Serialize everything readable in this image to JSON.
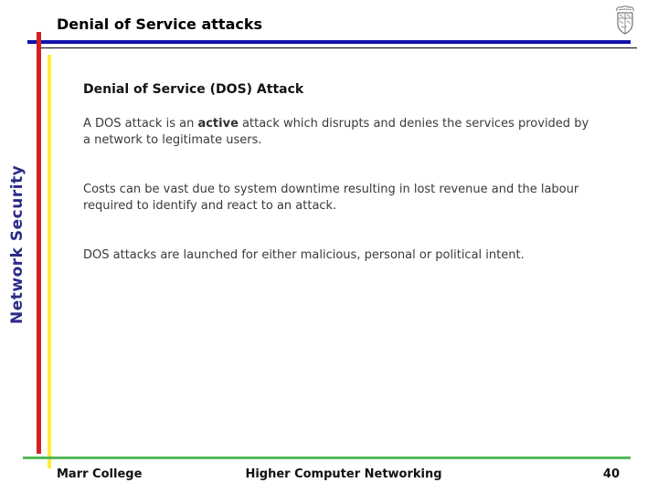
{
  "slide": {
    "title": "Denial of Service attacks",
    "sidebar_label": "Network Security",
    "content": {
      "heading": "Denial of Service (DOS) Attack",
      "para1": {
        "before": "A DOS attack is an ",
        "bold": "active",
        "after": " attack which disrupts and denies the services provided by a network to legitimate users."
      },
      "para2": "Costs can be vast due to system downtime resulting in lost revenue and the labour required to identify and react to an attack.",
      "para3": "DOS attacks are launched for either malicious, personal or political intent."
    },
    "footer": {
      "left": "Marr College",
      "center": "Higher Computer Networking",
      "page_number": "40"
    },
    "icons": {
      "crest": "school-crest-icon"
    },
    "colors": {
      "title_text": "#000000",
      "body_text": "#3a3a3a",
      "sidebar_text": "#2b2b85",
      "rule_blue": "#1111aa",
      "rule_black": "#000000",
      "line_red": "#d32020",
      "line_yellow": "#ffee33",
      "rule_green": "#55b955"
    }
  }
}
